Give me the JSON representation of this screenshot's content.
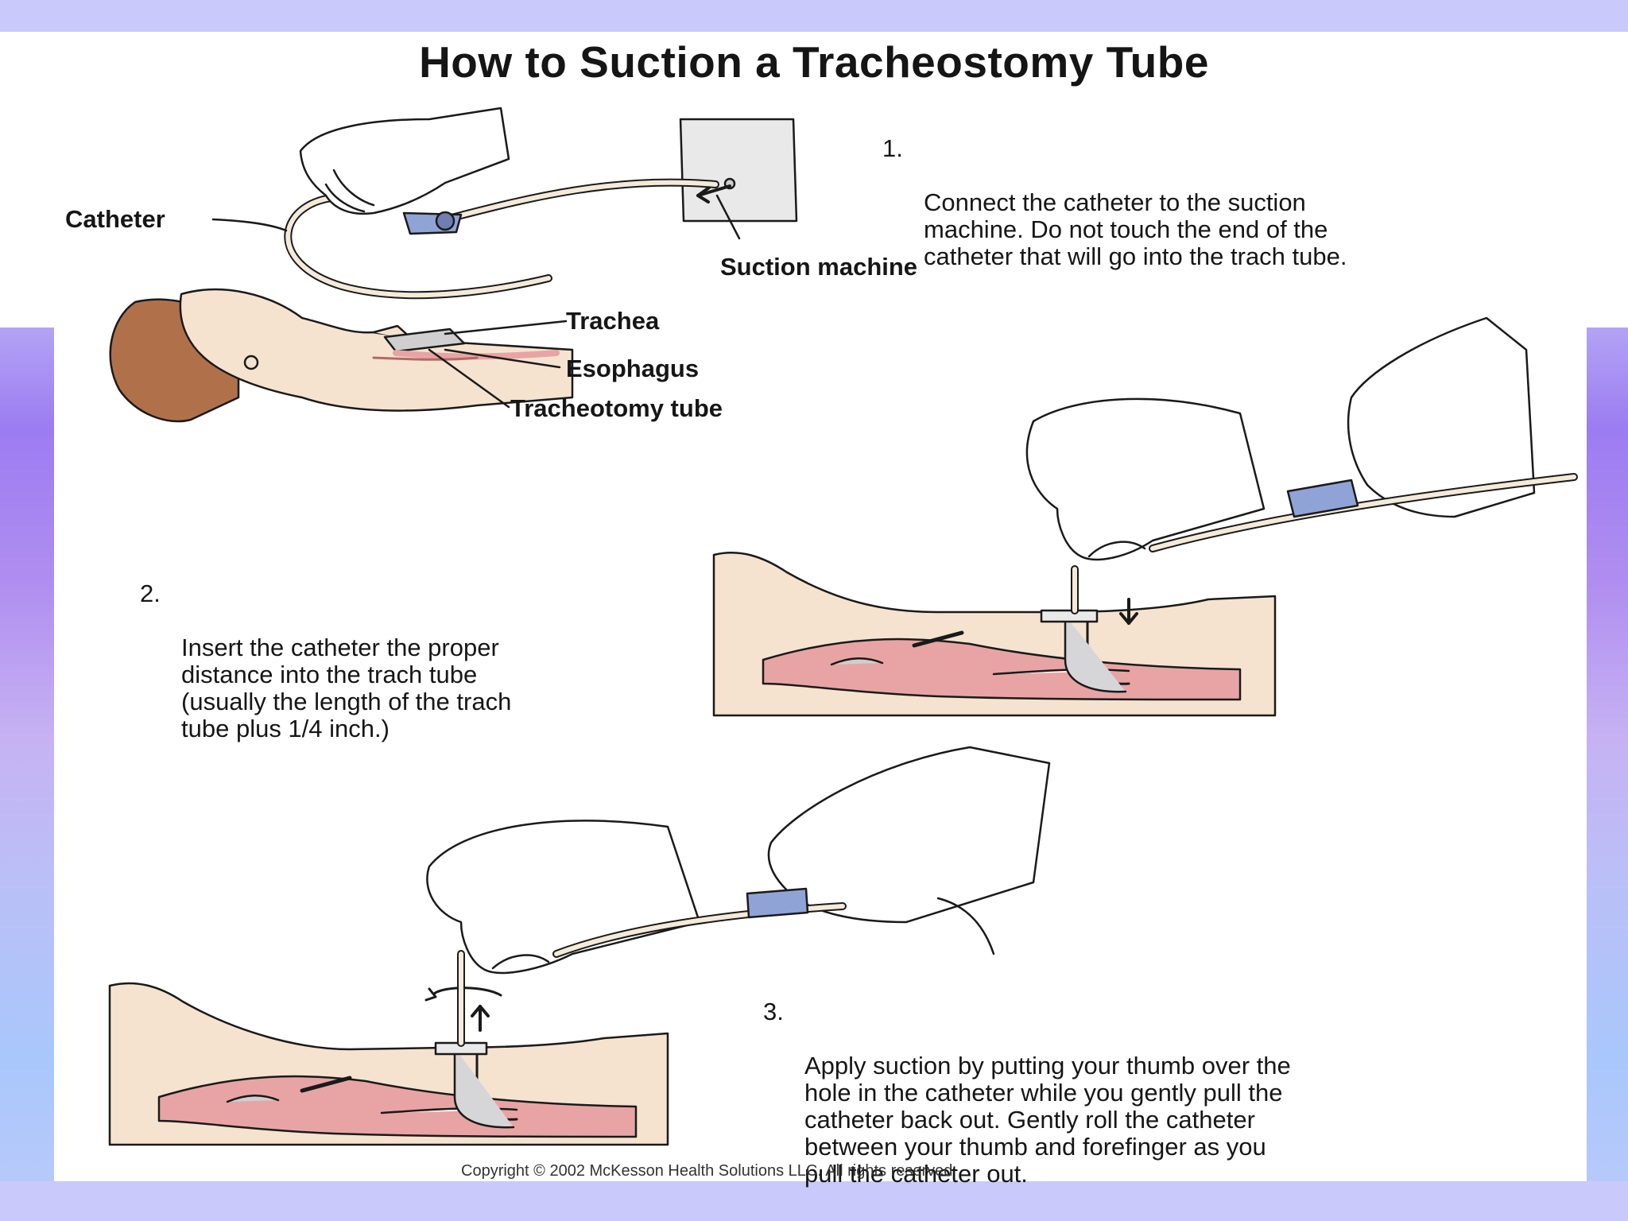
{
  "title": "How to Suction a Tracheostomy Tube",
  "steps": [
    {
      "number": "1.",
      "text": "Connect the catheter to the suction\nmachine.  Do not touch the end of the\ncatheter that will go into the trach tube."
    },
    {
      "number": "2.",
      "text": "Insert the catheter the proper\ndistance into the trach tube\n(usually the length of the trach\ntube plus 1/4 inch.)"
    },
    {
      "number": "3.",
      "text": "Apply suction by putting your thumb over the\nhole in the catheter while you gently pull the\ncatheter back out.  Gently roll the catheter\nbetween your thumb and forefinger as you\npull the catheter out."
    }
  ],
  "labels": {
    "catheter": "Catheter",
    "suction_machine": "Suction machine",
    "trachea": "Trachea",
    "esophagus": "Esophagus",
    "tracheotomy_tube": "Tracheotomy tube"
  },
  "copyright": "Copyright © 2002 McKesson Health Solutions LLC. All rights reserved",
  "colors": {
    "skin": "#f5e3cf",
    "tissue": "#e8a4a4",
    "catheter_connector": "#8fa3d6",
    "hair": "#b0714a",
    "outline": "#1a1a1a"
  }
}
